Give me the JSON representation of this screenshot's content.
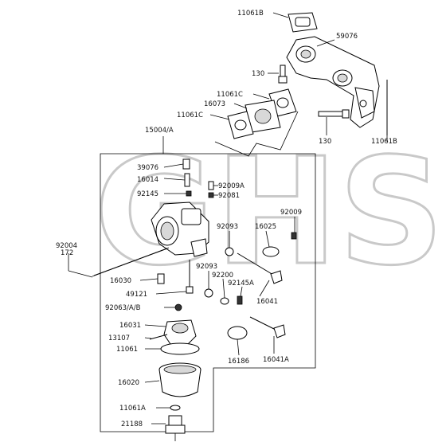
{
  "watermark": "GHS",
  "part_numbers": {
    "p11061B_top": "11061B",
    "p59076": "59076",
    "p130_a": "130",
    "p11061C_a": "11061C",
    "p16073": "16073",
    "p11061C_b": "11061C",
    "p130_b": "130",
    "p11061B_side": "11061B",
    "p15004A": "15004/A",
    "p39076": "39076",
    "p16014": "16014",
    "p92009A": "92009A",
    "p92145": "92145",
    "p92081": "92081",
    "p92009": "92009",
    "p92093_a": "92093",
    "p16025": "16025",
    "p92004": "92004",
    "p172": "172",
    "p16030": "16030",
    "p92093_b": "92093",
    "p92200": "92200",
    "p92145A": "92145A",
    "p49121": "49121",
    "p16041": "16041",
    "p92063AB": "92063/A/B",
    "p16031": "16031",
    "p13107": "13107",
    "p11061": "11061",
    "p16186": "16186",
    "p16041A": "16041A",
    "p16020": "16020",
    "p11061A": "11061A",
    "p21188": "21188"
  }
}
